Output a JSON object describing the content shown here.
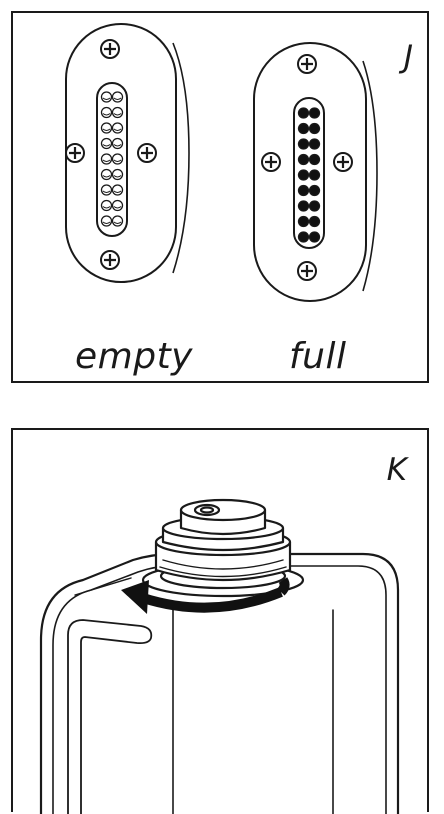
{
  "panels": [
    {
      "letter": "J",
      "labels": {
        "left": "empty",
        "right": "full"
      }
    },
    {
      "letter": "K"
    }
  ]
}
